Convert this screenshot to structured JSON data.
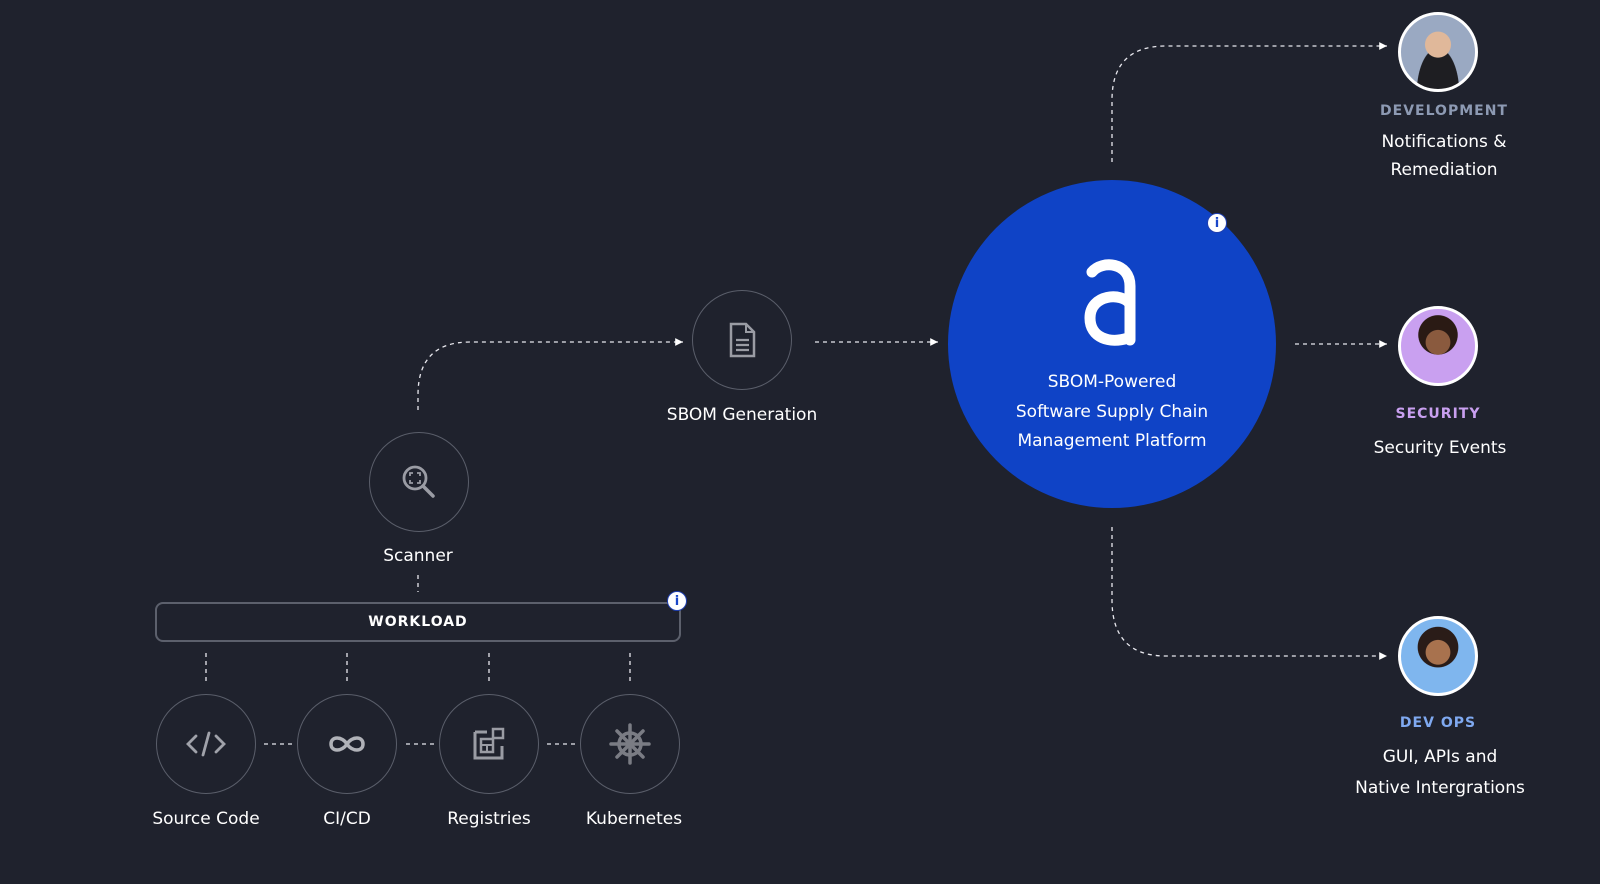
{
  "nodes": {
    "sbom": {
      "label": "SBOM Generation",
      "icon": "document-icon"
    },
    "scanner": {
      "label": "Scanner",
      "icon": "scan-search-icon"
    },
    "workload": {
      "label": "WORKLOAD"
    },
    "sources": [
      {
        "label": "Source Code",
        "icon": "code-icon"
      },
      {
        "label": "CI/CD",
        "icon": "infinity-icon"
      },
      {
        "label": "Registries",
        "icon": "registry-icon"
      },
      {
        "label": "Kubernetes",
        "icon": "kubernetes-icon"
      }
    ]
  },
  "platform": {
    "logo_letter": "a",
    "lines": [
      "SBOM-Powered",
      "Software Supply Chain",
      "Management Platform"
    ]
  },
  "outputs": [
    {
      "role": "DEVELOPMENT",
      "lines": [
        "Notifications &",
        "Remediation"
      ],
      "color": "#8d9ab3"
    },
    {
      "role": "SECURITY",
      "lines": [
        "Security Events"
      ],
      "color": "#c9a0f0"
    },
    {
      "role": "DEV OPS",
      "lines": [
        "GUI, APIs and",
        "Native Intergrations"
      ],
      "color": "#7fa9f0"
    }
  ],
  "info_label": "i"
}
